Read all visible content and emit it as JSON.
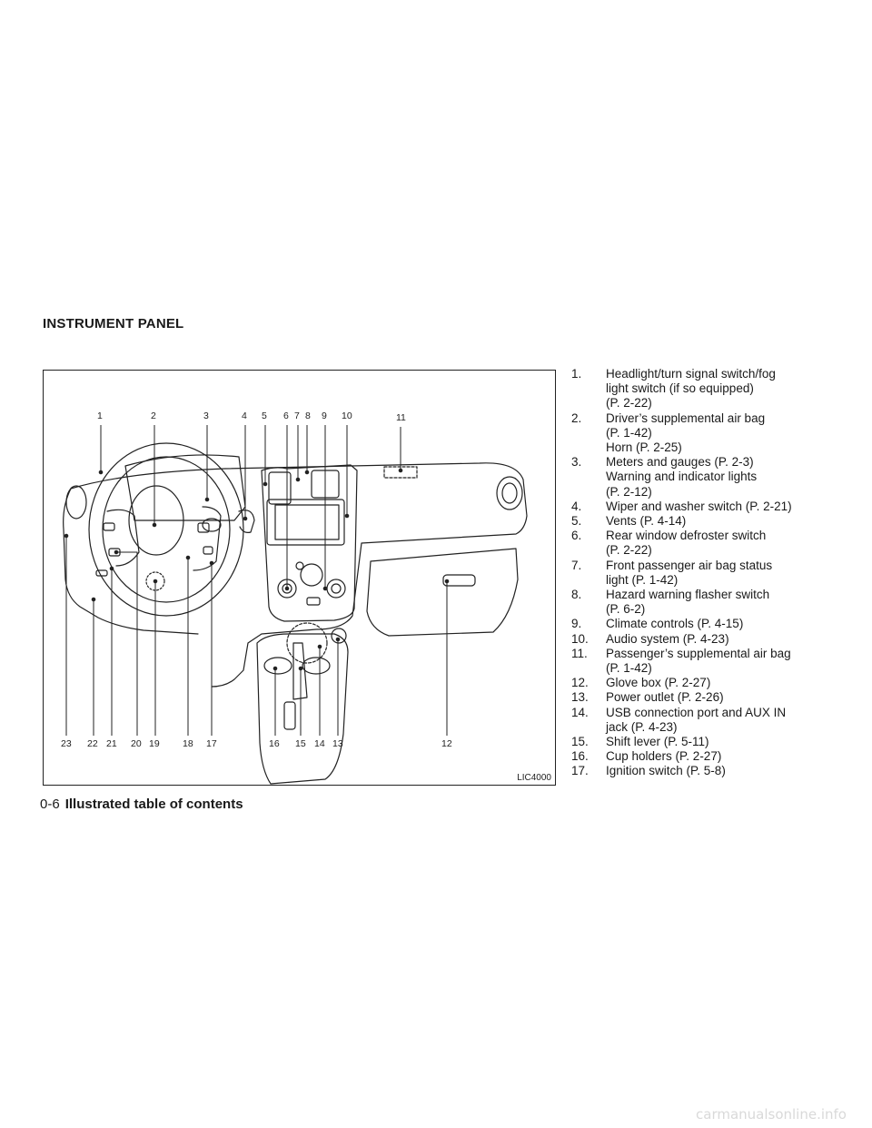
{
  "section_title": "INSTRUMENT PANEL",
  "figure": {
    "code": "LIC4000",
    "callouts_top": [
      "1",
      "2",
      "3",
      "4",
      "5",
      "6",
      "7",
      "8",
      "9",
      "10",
      "11"
    ],
    "callouts_bottom": [
      "23",
      "22",
      "21",
      "20",
      "19",
      "18",
      "17",
      "16",
      "15",
      "14",
      "13",
      "12"
    ]
  },
  "legend": [
    {
      "num": "1.",
      "lines": [
        "Headlight/turn signal switch/fog",
        "light switch (if so equipped)",
        "(P. 2-22)"
      ]
    },
    {
      "num": "2.",
      "lines": [
        "Driver’s supplemental air bag",
        "(P. 1-42)",
        "Horn (P. 2-25)"
      ]
    },
    {
      "num": "3.",
      "lines": [
        "Meters and gauges (P. 2-3)",
        "Warning and indicator lights",
        "(P. 2-12)"
      ]
    },
    {
      "num": "4.",
      "lines": [
        "Wiper and washer switch (P. 2-21)"
      ]
    },
    {
      "num": "5.",
      "lines": [
        "Vents (P. 4-14)"
      ]
    },
    {
      "num": "6.",
      "lines": [
        "Rear window defroster switch",
        "(P. 2-22)"
      ]
    },
    {
      "num": "7.",
      "lines": [
        "Front passenger air bag status",
        "light (P. 1-42)"
      ]
    },
    {
      "num": "8.",
      "lines": [
        "Hazard warning flasher switch",
        "(P. 6-2)"
      ]
    },
    {
      "num": "9.",
      "lines": [
        "Climate controls (P. 4-15)"
      ]
    },
    {
      "num": "10.",
      "lines": [
        "Audio system (P. 4-23)"
      ]
    },
    {
      "num": "11.",
      "lines": [
        "Passenger’s supplemental air bag",
        "(P. 1-42)"
      ]
    },
    {
      "num": "12.",
      "lines": [
        "Glove box (P. 2-27)"
      ]
    },
    {
      "num": "13.",
      "lines": [
        "Power outlet (P. 2-26)"
      ]
    },
    {
      "num": "14.",
      "lines": [
        "USB connection port and AUX IN",
        "jack (P. 4-23)"
      ]
    },
    {
      "num": "15.",
      "lines": [
        "Shift lever (P. 5-11)"
      ]
    },
    {
      "num": "16.",
      "lines": [
        "Cup holders (P. 2-27)"
      ]
    },
    {
      "num": "17.",
      "lines": [
        "Ignition switch (P. 5-8)"
      ]
    }
  ],
  "footer": {
    "page_number": "0-6",
    "title": "Illustrated table of contents"
  },
  "watermark": "carmanualsonline.info"
}
